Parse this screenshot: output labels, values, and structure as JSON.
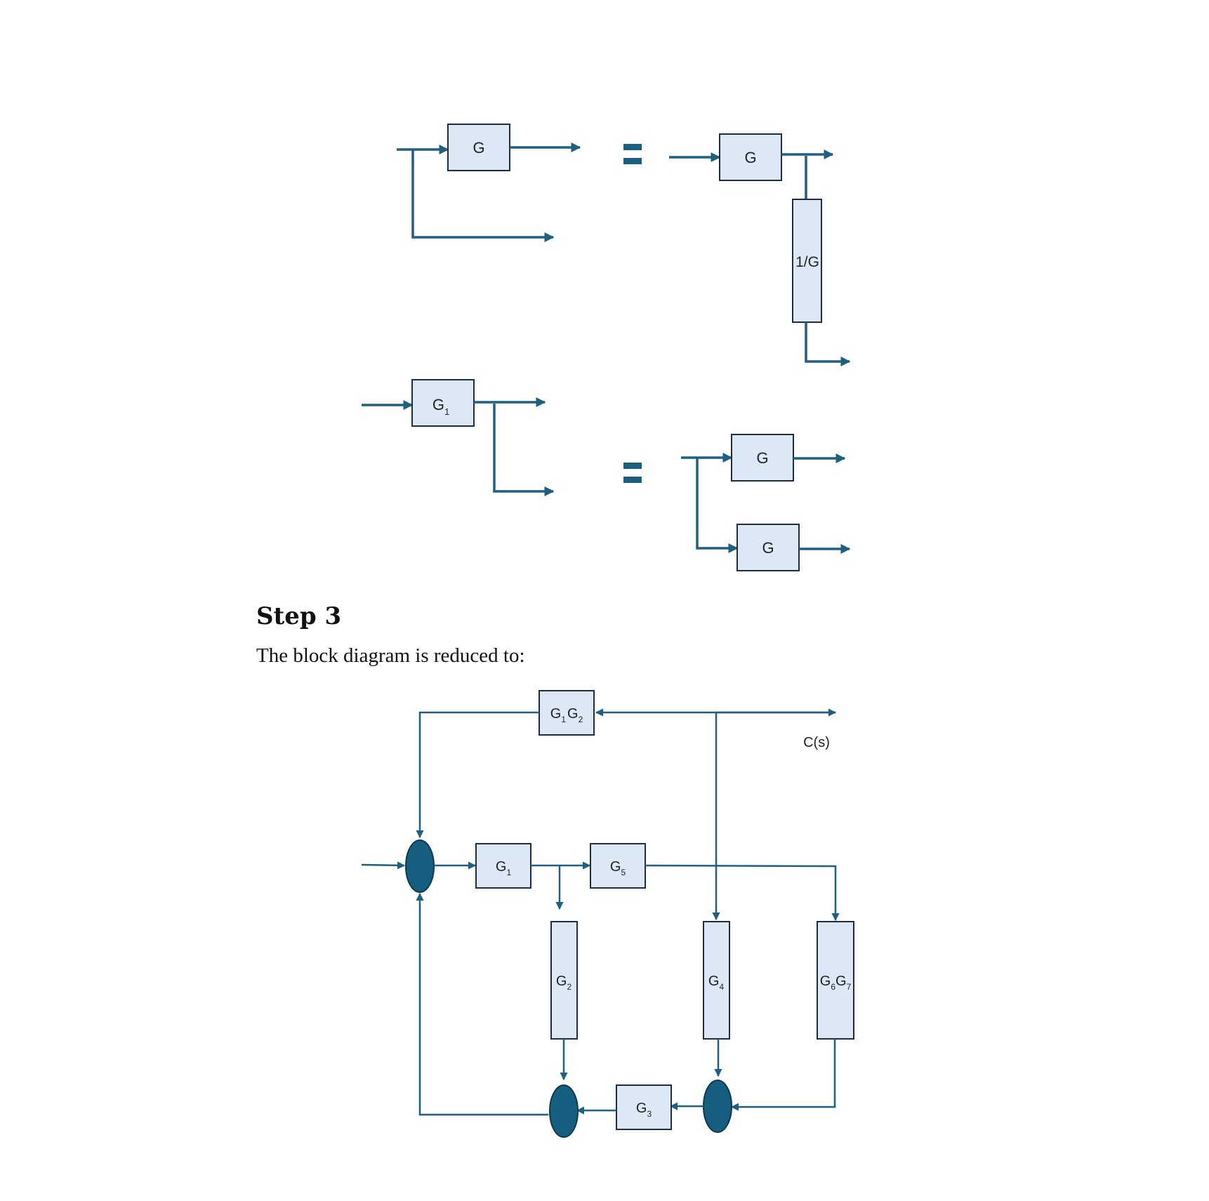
{
  "top_diagram": {
    "rule1_left_block": "G",
    "rule1_right_block": "G",
    "rule1_inverse_block": "1/G",
    "rule2_left_block": {
      "base": "G",
      "sub": "1"
    },
    "rule2_right_top_block": "G",
    "rule2_right_bottom_block": "G",
    "equals_sign": "="
  },
  "step": {
    "heading": "Step 3",
    "text": "The block diagram is reduced to:"
  },
  "bottom_diagram": {
    "output_label": "C(s)",
    "blocks": {
      "g1g2": [
        {
          "base": "G",
          "sub": "1"
        },
        {
          "base": "G",
          "sub": "2"
        }
      ],
      "g1": {
        "base": "G",
        "sub": "1"
      },
      "g5": {
        "base": "G",
        "sub": "5"
      },
      "g2": {
        "base": "G",
        "sub": "2"
      },
      "g4": {
        "base": "G",
        "sub": "4"
      },
      "g6g7": [
        {
          "base": "G",
          "sub": "6"
        },
        {
          "base": "G",
          "sub": "7"
        }
      ],
      "g3": {
        "base": "G",
        "sub": "3"
      }
    }
  },
  "colors": {
    "block_fill": "#dce8f5",
    "line": "#1f5f80",
    "node": "#165e80"
  }
}
